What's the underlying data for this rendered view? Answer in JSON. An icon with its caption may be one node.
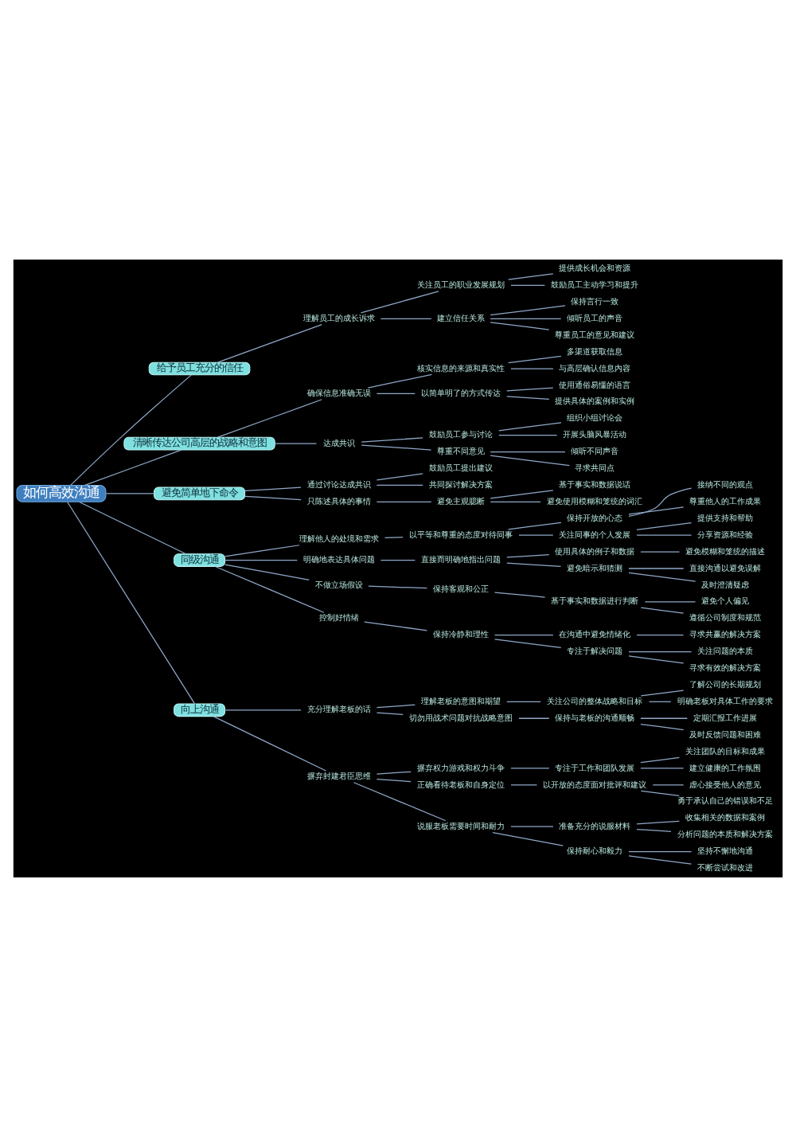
{
  "diagram": {
    "nodes": [
      {
        "text": [
          "如何高效沟通"
        ]
      },
      {
        "text": [
          "给予员工充分的信任"
        ]
      },
      {
        "text": [
          "理解员工的成长诉求"
        ]
      },
      {
        "text": [
          "关注员工的职业发展规划"
        ]
      },
      {
        "text": [
          "提供成长机会和资源"
        ]
      },
      {
        "text": [
          "鼓励员工主动学习和提升"
        ]
      },
      {
        "text": [
          "建立信任关系"
        ]
      },
      {
        "text": [
          "保持言行一致"
        ]
      },
      {
        "text": [
          "倾听员工的声音"
        ]
      },
      {
        "text": [
          "尊重员工的意见和建议"
        ]
      },
      {
        "text": [
          "清晰传达公司高层的战略和意图"
        ]
      },
      {
        "text": [
          "确保信息准确无误"
        ]
      },
      {
        "text": [
          "核实信息的来源和真实性"
        ]
      },
      {
        "text": [
          "多渠道获取信息"
        ]
      },
      {
        "text": [
          "与高层确认信息内容"
        ]
      },
      {
        "text": [
          "以简单明了的方式传达"
        ]
      },
      {
        "text": [
          "使用通俗易懂的语言"
        ]
      },
      {
        "text": [
          "提供具体的案例和实例"
        ]
      },
      {
        "text": [
          "达成共识"
        ]
      },
      {
        "text": [
          "鼓励员工参与讨论"
        ]
      },
      {
        "text": [
          "组织小组讨论会"
        ]
      },
      {
        "text": [
          "开展头脑风暴活动"
        ]
      },
      {
        "text": [
          "尊重不同意见"
        ]
      },
      {
        "text": [
          "倾听不同声音"
        ]
      },
      {
        "text": [
          "寻求共同点"
        ]
      },
      {
        "text": [
          "避免简单地下命令"
        ]
      },
      {
        "text": [
          "通过讨论达成共识"
        ]
      },
      {
        "text": [
          "鼓励员工提出建议"
        ]
      },
      {
        "text": [
          "共同探讨解决方案"
        ]
      },
      {
        "text": [
          "只陈述具体的事情"
        ]
      },
      {
        "text": [
          "避免主观臆断"
        ]
      },
      {
        "text": [
          "基于事实和数据说话"
        ]
      },
      {
        "text": [
          "避免使用模糊和笼统的词汇"
        ]
      },
      {
        "text": [
          "同级沟通"
        ]
      },
      {
        "text": [
          "理解他人的处境和需求"
        ]
      },
      {
        "text": [
          "以平等和尊重的态度对待同事"
        ]
      },
      {
        "text": [
          "保持开放的心态"
        ]
      },
      {
        "text": [
          "接纳不同的观点"
        ]
      },
      {
        "text": [
          "尊重他人的工作成果"
        ]
      },
      {
        "text": [
          "关注同事的个人发展"
        ]
      },
      {
        "text": [
          "提供支持和帮助"
        ]
      },
      {
        "text": [
          "分享资源和经验"
        ]
      },
      {
        "text": [
          "明确地表达具体问题"
        ]
      },
      {
        "text": [
          "直接而明确地指出问题"
        ]
      },
      {
        "text": [
          "使用具体的例子和数据"
        ]
      },
      {
        "text": [
          "避免模糊和笼统的描述"
        ]
      },
      {
        "text": [
          "避免暗示和猜测"
        ]
      },
      {
        "text": [
          "直接沟通以避免误解"
        ]
      },
      {
        "text": [
          "及时澄清疑虑"
        ]
      },
      {
        "text": [
          "不做立场假设"
        ]
      },
      {
        "text": [
          "保持客观和公正"
        ]
      },
      {
        "text": [
          "基于事实和数据进行判断"
        ]
      },
      {
        "text": [
          "避免个人偏见"
        ]
      },
      {
        "text": [
          "遵循公司制度和规范"
        ]
      },
      {
        "text": [
          "控制好情绪"
        ]
      },
      {
        "text": [
          "保持冷静和理性"
        ]
      },
      {
        "text": [
          "在沟通中避免情绪化"
        ]
      },
      {
        "text": [
          "寻求共赢的解决方案"
        ]
      },
      {
        "text": [
          "专注于解决问题"
        ]
      },
      {
        "text": [
          "关注问题的本质"
        ]
      },
      {
        "text": [
          "寻求有效的解决方案"
        ]
      },
      {
        "text": [
          "向上沟通"
        ]
      },
      {
        "text": [
          "充分理解老板的话"
        ]
      },
      {
        "text": [
          "理解老板的意图和期望"
        ]
      },
      {
        "text": [
          "关注公司的整体战略和目标"
        ]
      },
      {
        "text": [
          "了解公司的长期规划"
        ]
      },
      {
        "text": [
          "明确老板对具体工作的要求"
        ]
      },
      {
        "text": [
          "切勿用战术问题对抗战略意图"
        ]
      },
      {
        "text": [
          "保持与老板的沟通顺畅"
        ]
      },
      {
        "text": [
          "定期汇报工作进展"
        ]
      },
      {
        "text": [
          "及时反馈问题和困难"
        ]
      },
      {
        "text": [
          "摒弃封建君臣思维"
        ]
      },
      {
        "text": [
          "摒弃权力游戏和权力斗争"
        ]
      },
      {
        "text": [
          "专注于工作和团队发展"
        ]
      },
      {
        "text": [
          "关注团队的目标和成果"
        ]
      },
      {
        "text": [
          "建立健康的工作氛围"
        ]
      },
      {
        "text": [
          "正确看待老板和自身定位"
        ]
      },
      {
        "text": [
          "以开放的态度面对批评和建议"
        ]
      },
      {
        "text": [
          "虚心接受他人的意见"
        ]
      },
      {
        "text": [
          "勇于承认自己的错误和不足"
        ]
      },
      {
        "text": [
          "说服老板需要时间和耐力"
        ]
      },
      {
        "text": [
          "准备充分的说服材料"
        ]
      },
      {
        "text": [
          "收集相关的数据和案例"
        ]
      },
      {
        "text": [
          "分析问题的本质和解决方案"
        ]
      },
      {
        "text": [
          "保持耐心和毅力"
        ]
      },
      {
        "text": [
          "坚持不懈地沟通"
        ]
      },
      {
        "text": [
          "不断尝试和改进"
        ]
      }
    ],
    "edges": [
      {
        "from": 0,
        "to": 1,
        "arrow": "none"
      },
      {
        "from": 1,
        "to": 2,
        "arrow": "none"
      },
      {
        "from": 2,
        "to": 3,
        "arrow": "none"
      },
      {
        "from": 3,
        "to": 4,
        "arrow": "none"
      },
      {
        "from": 3,
        "to": 5,
        "arrow": "none"
      },
      {
        "from": 2,
        "to": 6,
        "arrow": "none"
      },
      {
        "from": 6,
        "to": 7,
        "arrow": "none"
      },
      {
        "from": 6,
        "to": 8,
        "arrow": "none"
      },
      {
        "from": 6,
        "to": 9,
        "arrow": "none"
      },
      {
        "from": 0,
        "to": 10,
        "arrow": "none"
      },
      {
        "from": 10,
        "to": 11,
        "arrow": "none"
      },
      {
        "from": 11,
        "to": 12,
        "arrow": "none"
      },
      {
        "from": 12,
        "to": 13,
        "arrow": "none"
      },
      {
        "from": 12,
        "to": 14,
        "arrow": "none"
      },
      {
        "from": 11,
        "to": 15,
        "arrow": "none"
      },
      {
        "from": 15,
        "to": 16,
        "arrow": "none"
      },
      {
        "from": 15,
        "to": 17,
        "arrow": "none"
      },
      {
        "from": 10,
        "to": 18,
        "arrow": "none"
      },
      {
        "from": 18,
        "to": 19,
        "arrow": "none"
      },
      {
        "from": 19,
        "to": 20,
        "arrow": "none"
      },
      {
        "from": 19,
        "to": 21,
        "arrow": "none"
      },
      {
        "from": 18,
        "to": 22,
        "arrow": "none"
      },
      {
        "from": 22,
        "to": 23,
        "arrow": "none"
      },
      {
        "from": 22,
        "to": 24,
        "arrow": "none"
      },
      {
        "from": 0,
        "to": 25,
        "arrow": "none"
      },
      {
        "from": 25,
        "to": 26,
        "arrow": "none"
      },
      {
        "from": 26,
        "to": 27,
        "arrow": "none"
      },
      {
        "from": 26,
        "to": 28,
        "arrow": "none"
      },
      {
        "from": 25,
        "to": 29,
        "arrow": "none"
      },
      {
        "from": 29,
        "to": 30,
        "arrow": "none"
      },
      {
        "from": 30,
        "to": 31,
        "arrow": "none"
      },
      {
        "from": 30,
        "to": 32,
        "arrow": "none"
      },
      {
        "from": 0,
        "to": 33,
        "arrow": "none"
      },
      {
        "from": 33,
        "to": 34,
        "arrow": "none"
      },
      {
        "from": 34,
        "to": 35,
        "arrow": "none"
      },
      {
        "from": 35,
        "to": 36,
        "arrow": "none"
      },
      {
        "from": 36,
        "to": 37,
        "arrow": "none"
      },
      {
        "from": 36,
        "to": 38,
        "arrow": "none"
      },
      {
        "from": 35,
        "to": 39,
        "arrow": "none"
      },
      {
        "from": 39,
        "to": 40,
        "arrow": "none"
      },
      {
        "from": 39,
        "to": 41,
        "arrow": "none"
      },
      {
        "from": 33,
        "to": 42,
        "arrow": "none"
      },
      {
        "from": 42,
        "to": 43,
        "arrow": "none"
      },
      {
        "from": 43,
        "to": 44,
        "arrow": "none"
      },
      {
        "from": 44,
        "to": 45,
        "arrow": "none"
      },
      {
        "from": 43,
        "to": 46,
        "arrow": "none"
      },
      {
        "from": 46,
        "to": 47,
        "arrow": "none"
      },
      {
        "from": 46,
        "to": 48,
        "arrow": "none"
      },
      {
        "from": 33,
        "to": 49,
        "arrow": "none"
      },
      {
        "from": 49,
        "to": 50,
        "arrow": "none"
      },
      {
        "from": 50,
        "to": 51,
        "arrow": "none"
      },
      {
        "from": 51,
        "to": 52,
        "arrow": "none"
      },
      {
        "from": 51,
        "to": 53,
        "arrow": "none"
      },
      {
        "from": 33,
        "to": 54,
        "arrow": "none"
      },
      {
        "from": 54,
        "to": 55,
        "arrow": "none"
      },
      {
        "from": 55,
        "to": 56,
        "arrow": "none"
      },
      {
        "from": 56,
        "to": 57,
        "arrow": "none"
      },
      {
        "from": 55,
        "to": 58,
        "arrow": "none"
      },
      {
        "from": 58,
        "to": 59,
        "arrow": "none"
      },
      {
        "from": 58,
        "to": 60,
        "arrow": "none"
      },
      {
        "from": 0,
        "to": 61,
        "arrow": "none"
      },
      {
        "from": 61,
        "to": 62,
        "arrow": "none"
      },
      {
        "from": 62,
        "to": 63,
        "arrow": "none"
      },
      {
        "from": 63,
        "to": 64,
        "arrow": "none"
      },
      {
        "from": 64,
        "to": 65,
        "arrow": "none"
      },
      {
        "from": 64,
        "to": 66,
        "arrow": "none"
      },
      {
        "from": 62,
        "to": 67,
        "arrow": "none"
      },
      {
        "from": 67,
        "to": 68,
        "arrow": "none"
      },
      {
        "from": 68,
        "to": 69,
        "arrow": "none"
      },
      {
        "from": 68,
        "to": 70,
        "arrow": "none"
      },
      {
        "from": 61,
        "to": 71,
        "arrow": "none"
      },
      {
        "from": 71,
        "to": 72,
        "arrow": "none"
      },
      {
        "from": 72,
        "to": 73,
        "arrow": "none"
      },
      {
        "from": 73,
        "to": 74,
        "arrow": "none"
      },
      {
        "from": 73,
        "to": 75,
        "arrow": "none"
      },
      {
        "from": 71,
        "to": 76,
        "arrow": "none"
      },
      {
        "from": 76,
        "to": 77,
        "arrow": "none"
      },
      {
        "from": 77,
        "to": 78,
        "arrow": "none"
      },
      {
        "from": 77,
        "to": 79,
        "arrow": "none"
      },
      {
        "from": 71,
        "to": 80,
        "arrow": "none"
      },
      {
        "from": 80,
        "to": 81,
        "arrow": "none"
      },
      {
        "from": 81,
        "to": 82,
        "arrow": "none"
      },
      {
        "from": 81,
        "to": 83,
        "arrow": "none"
      },
      {
        "from": 80,
        "to": 84,
        "arrow": "none"
      },
      {
        "from": 84,
        "to": 85,
        "arrow": "none"
      },
      {
        "from": 84,
        "to": 86,
        "arrow": "none"
      }
    ]
  }
}
